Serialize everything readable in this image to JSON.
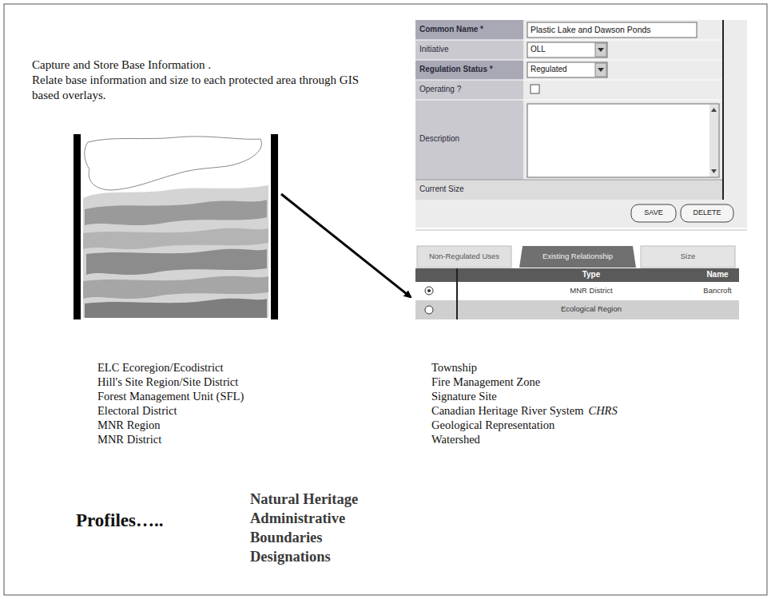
{
  "diagram": {
    "labels": [
      "Capture and Store Base Information .",
      "Relate base information and size to each protected area through GIS based overlays.",
      "Common Name *",
      "Plastic Lake and Dawson Ponds",
      "Initiative",
      "OLL",
      "Regulation Status *",
      "Regulated",
      "Operating ?",
      "Description",
      "Current Size",
      "SAVE",
      "DELETE",
      "Non-Regulated Uses",
      "Existing Relationship",
      "Size",
      "Type",
      "Name",
      "MNR District",
      "Bancroft",
      "Ecological Region",
      "ELC  Ecoregion/Ecodistrict",
      "Hill's Site Region/Site District",
      "Forest Management Unit (SFL)",
      "Electoral District",
      "MNR Region",
      "MNR District",
      "Township",
      "Fire Management Zone",
      "Signature Site",
      "Canadian Heritage River System",
      "CHRS",
      "Geological Representation",
      "Watershed",
      "Profiles…..",
      "Natural Heritage",
      "Administrative",
      "Boundaries",
      "Designations"
    ]
  }
}
